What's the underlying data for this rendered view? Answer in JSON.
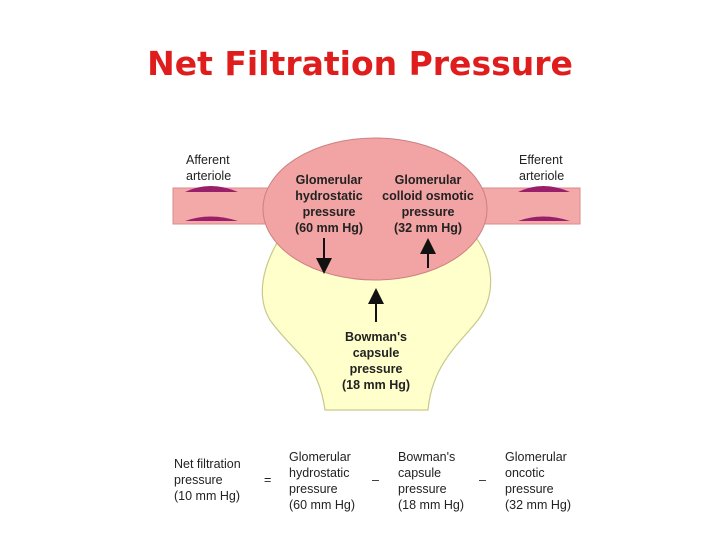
{
  "title": "Net Filtration Pressure",
  "diagram": {
    "afferent": [
      "Afferent",
      "arteriole"
    ],
    "efferent": [
      "Efferent",
      "arteriole"
    ],
    "glomerular_hydrostatic": [
      "Glomerular",
      "hydrostatic",
      "pressure",
      "(60 mm Hg)"
    ],
    "glomerular_colloid": [
      "Glomerular",
      "colloid osmotic",
      "pressure",
      "(32 mm Hg)"
    ],
    "bowman": [
      "Bowman's",
      "capsule",
      "pressure",
      "(18 mm Hg)"
    ]
  },
  "equation": {
    "nfp": [
      "Net filtration",
      "pressure",
      "(10 mm Hg)"
    ],
    "eq_sign": "=",
    "term1": [
      "Glomerular",
      "hydrostatic",
      "pressure",
      "(60 mm Hg)"
    ],
    "minus1": "–",
    "term2": [
      "Bowman's",
      "capsule",
      "pressure",
      "(18 mm Hg)"
    ],
    "minus2": "–",
    "term3": [
      "Glomerular",
      "oncotic",
      "pressure",
      "(32 mm Hg)"
    ]
  },
  "colors": {
    "title": "#e01d1d",
    "glomerulus": "#f2a3a3",
    "capsule": "#ffffcc",
    "vessel": "#f4a9a9",
    "vessel_dark": "#9a1f6a"
  }
}
